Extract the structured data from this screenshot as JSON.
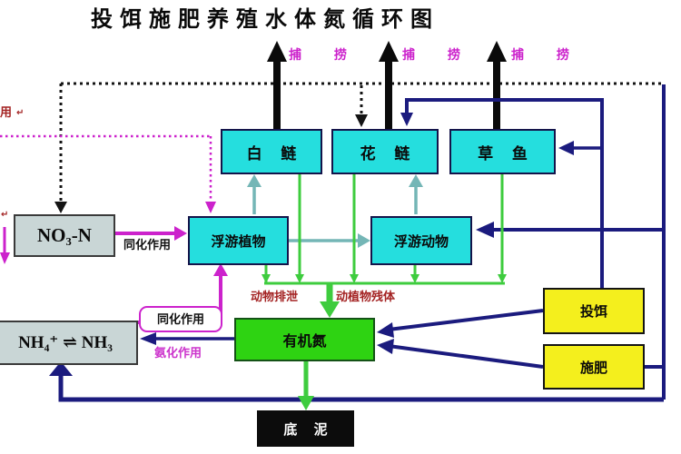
{
  "title": "投饵施肥养殖水体氮循环图",
  "boxes": {
    "no3": {
      "label": "NO₃-N"
    },
    "nh4": {
      "label": "NH₄⁺ ⇌ NH₃"
    },
    "phytoplankton": {
      "label": "浮游植物"
    },
    "zooplankton": {
      "label": "浮游动物"
    },
    "silver_carp": {
      "label": "白 鲢"
    },
    "bighead_carp": {
      "label": "花 鲢"
    },
    "grass_carp": {
      "label": "草 鱼"
    },
    "organic_nitrogen": {
      "label": "有机氮"
    },
    "feeding": {
      "label": "投饵"
    },
    "fertilizing": {
      "label": "施肥"
    },
    "sediment": {
      "label": "底 泥"
    }
  },
  "labels": {
    "harvest": "捕 捞",
    "assimilation": "同化作用",
    "ammonification": "氨化作用",
    "excretion": "动物排泄",
    "residues": "动植物残体",
    "left_cutoff": "用",
    "return_mark": "↵"
  },
  "colors": {
    "cyan_box": "#25dede",
    "gray_box": "#c9d6d6",
    "green_box": "#2ed312",
    "yellow_box": "#f4ef1d",
    "black_box": "#0c0c0c",
    "navy_line": "#1b1b7e",
    "green_line": "#3ecc3e",
    "teal_line": "#74b6b6",
    "magenta": "#cc22cc",
    "dark_red_label": "#a32222"
  }
}
